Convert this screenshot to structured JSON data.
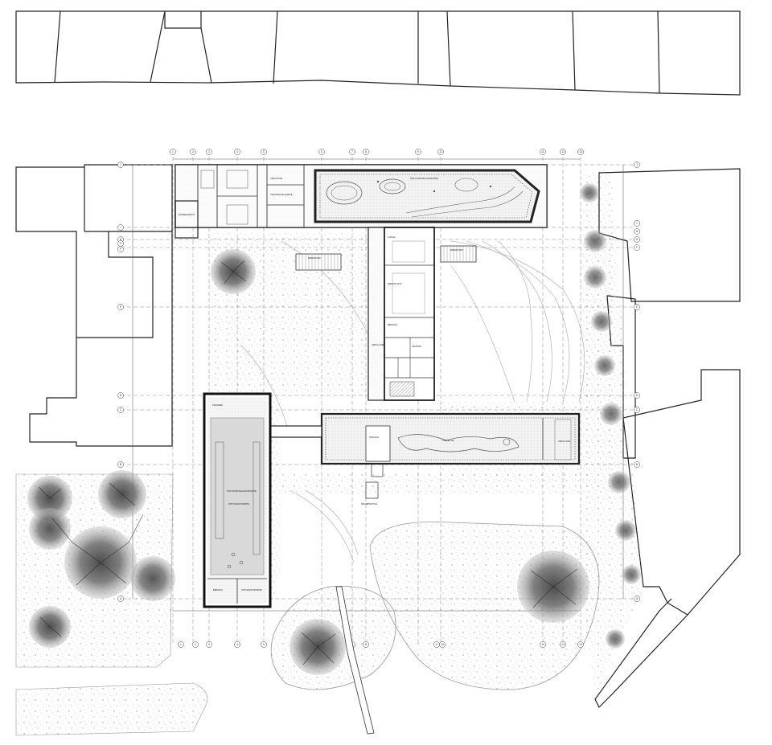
{
  "grid": {
    "columns": [
      "1",
      "2",
      "3",
      "4",
      "5",
      "6",
      "7",
      "8",
      "9",
      "10",
      "11",
      "12",
      "13"
    ],
    "columns_bottom": [
      "1",
      "2",
      "3",
      "4",
      "5",
      "6",
      "7",
      "8",
      "9",
      "10",
      "11",
      "12",
      "13"
    ],
    "rows_left": [
      "J",
      "I",
      "H",
      "G",
      "F",
      "E",
      "D",
      "C",
      "B",
      "A"
    ],
    "rows_right": [
      "J",
      "I",
      "H",
      "G",
      "F",
      "E",
      "D",
      "C",
      "B",
      "A"
    ]
  },
  "rooms": [
    {
      "label": "ENTREE DEPOT"
    },
    {
      "label": "CIRCULATIE"
    },
    {
      "label": "TECHNISCHE RUIMTE"
    },
    {
      "label": "TENTOONSTELLINGRUIMTE"
    },
    {
      "label": "BERGING"
    },
    {
      "label": "LOKAAL"
    },
    {
      "label": "WERKPLAATS"
    },
    {
      "label": "SANITAIR"
    },
    {
      "label": "CIRCULATIE"
    },
    {
      "label": "ONTHAAL"
    },
    {
      "label": "COLLECTIE"
    },
    {
      "label": "CIRCULATIE"
    },
    {
      "label": "TENTOONSTELLINGSRUIMTE"
    },
    {
      "label": "ONTVANGSTRUIMTE"
    },
    {
      "label": "TECHNIEK"
    },
    {
      "label": "BERGING"
    },
    {
      "label": "ONTVANGSTRUIMTE"
    }
  ],
  "annotations": {
    "stair_1": "BRANDTRAP",
    "stair_2": "BRANDTRAP",
    "entrance": "INKOMPORTAAL"
  }
}
